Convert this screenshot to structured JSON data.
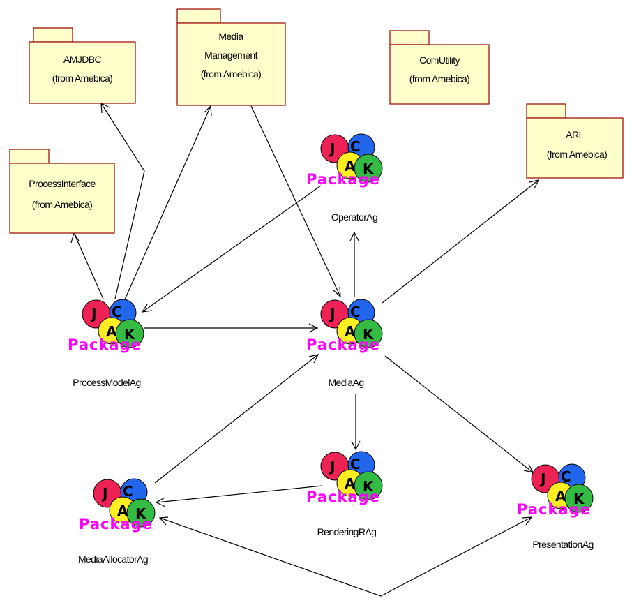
{
  "packages": [
    {
      "id": "amjdbc",
      "lines": [
        "AMJDBC",
        "(from Amebica)"
      ]
    },
    {
      "id": "media_management",
      "lines": [
        "Media",
        "Management",
        "(from Amebica)"
      ]
    },
    {
      "id": "comutility",
      "lines": [
        "ComUtility",
        "(from Amebica)"
      ]
    },
    {
      "id": "ari",
      "lines": [
        "ARI",
        "(from Amebica)"
      ]
    },
    {
      "id": "processinterface",
      "lines": [
        "ProcessInterface",
        "(from Amebica)"
      ]
    }
  ],
  "jack_icon": {
    "letters": [
      "J",
      "C",
      "A",
      "K"
    ],
    "word": "Package"
  },
  "agents": [
    {
      "id": "operator",
      "label": "OperatorAg"
    },
    {
      "id": "processmodel",
      "label": "ProcessModelAg"
    },
    {
      "id": "media",
      "label": "MediaAg"
    },
    {
      "id": "rendering",
      "label": "RenderingRAg"
    },
    {
      "id": "mediaallocator",
      "label": "MediaAllocatorAg"
    },
    {
      "id": "presentation",
      "label": "PresentationAg"
    }
  ],
  "colors": {
    "package_fill": "#ffffcc",
    "package_border": "#990000",
    "jack_j": "#ee2255",
    "jack_c": "#2266ee",
    "jack_a": "#ffee22",
    "jack_k": "#33bb44",
    "jack_word": "#ff00ff"
  }
}
